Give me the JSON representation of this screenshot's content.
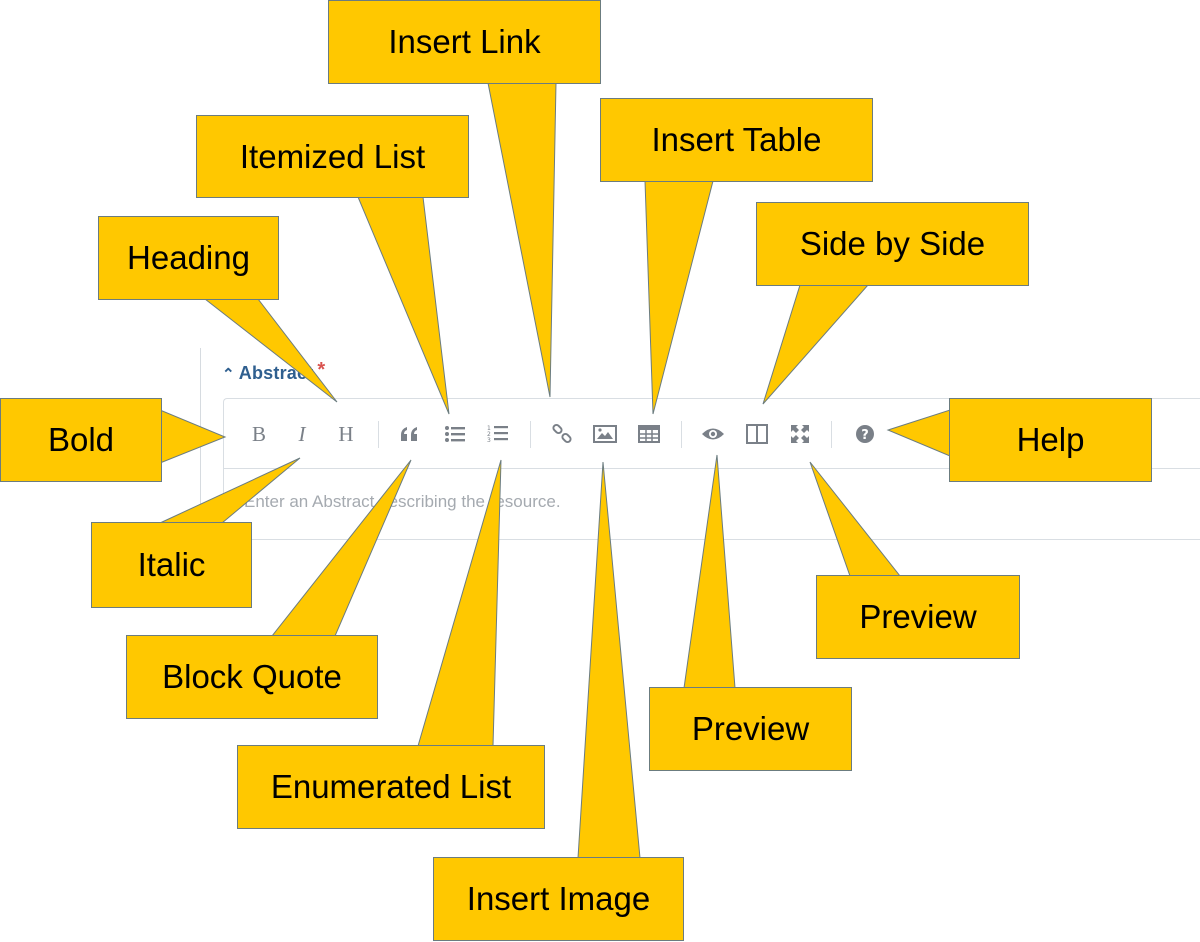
{
  "editor": {
    "section_label": "Abstract",
    "required_mark": "*",
    "collapse_icon": "chevron-up-icon",
    "placeholder": "Enter an Abstract describing the resource.",
    "toolbar": [
      {
        "id": "bold",
        "icon": "bold-icon",
        "glyph": "B"
      },
      {
        "id": "italic",
        "icon": "italic-icon",
        "glyph": "I"
      },
      {
        "id": "heading",
        "icon": "heading-icon",
        "glyph": "H"
      },
      {
        "id": "quote",
        "icon": "quote-icon"
      },
      {
        "id": "unordered-list",
        "icon": "unordered-list-icon"
      },
      {
        "id": "ordered-list",
        "icon": "ordered-list-icon"
      },
      {
        "id": "link",
        "icon": "link-icon"
      },
      {
        "id": "image",
        "icon": "image-icon"
      },
      {
        "id": "table",
        "icon": "table-icon"
      },
      {
        "id": "preview",
        "icon": "eye-icon"
      },
      {
        "id": "side-by-side",
        "icon": "columns-icon"
      },
      {
        "id": "fullscreen",
        "icon": "fullscreen-icon"
      },
      {
        "id": "help",
        "icon": "help-icon"
      }
    ]
  },
  "callouts": {
    "bold": "Bold",
    "italic": "Italic",
    "heading": "Heading",
    "itemized_list": "Itemized List",
    "insert_link": "Insert Link",
    "insert_table": "Insert Table",
    "side_by_side": "Side by Side",
    "block_quote": "Block Quote",
    "enumerated_list": "Enumerated List",
    "insert_image": "Insert Image",
    "preview_1": "Preview",
    "preview_2": "Preview",
    "help": "Help"
  },
  "colors": {
    "callout_fill": "#ffc800",
    "callout_border": "#6b7c7f",
    "label_color": "#2f5f8f",
    "required_color": "#d9534f",
    "icon_color": "#7a8088"
  }
}
